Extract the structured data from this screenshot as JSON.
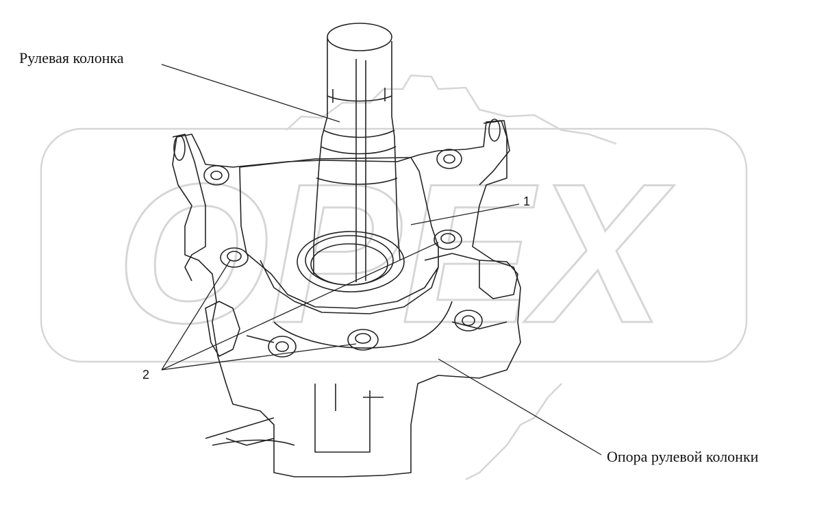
{
  "labels": {
    "steering_column": "Рулевая колонка",
    "column_support": "Опора рулевой колонки",
    "callout_1": "1",
    "callout_2": "2"
  },
  "watermark": {
    "text": "OPEX"
  },
  "colors": {
    "line": "#222222",
    "watermark": "#d6d6d6",
    "background": "#ffffff"
  }
}
